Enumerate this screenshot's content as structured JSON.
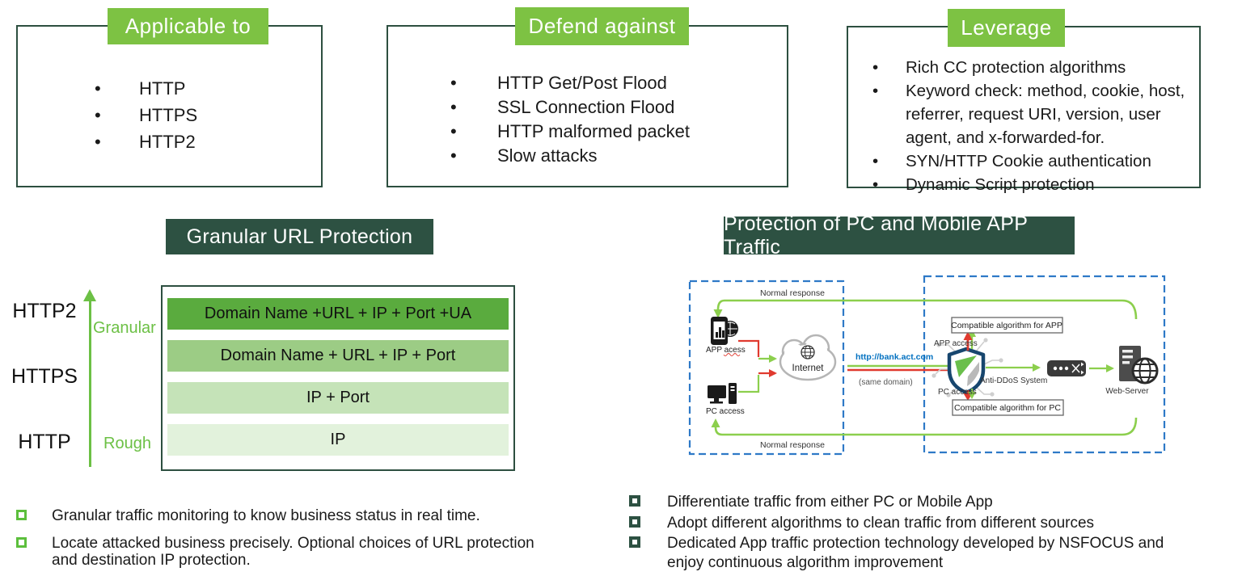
{
  "top_boxes": [
    {
      "title": "Applicable to",
      "items": [
        "HTTP",
        "HTTPS",
        "HTTP2"
      ]
    },
    {
      "title": "Defend against",
      "items": [
        "HTTP Get/Post Flood",
        "SSL Connection Flood",
        "HTTP malformed packet",
        "Slow attacks"
      ]
    },
    {
      "title": "Leverage",
      "items": [
        "Rich CC protection algorithms",
        "Keyword check: method, cookie, host, referrer, request URI, version, user agent, and x-forwarded-for.",
        "SYN/HTTP Cookie authentication",
        "Dynamic Script protection"
      ]
    }
  ],
  "granular_section": {
    "title": "Granular URL Protection",
    "axis_labels": [
      "HTTP2",
      "HTTPS",
      "HTTP"
    ],
    "arrow_top_label": "Granular",
    "arrow_bottom_label": "Rough",
    "bars": [
      {
        "label": "Domain Name +URL + IP + Port +UA",
        "color": "#5aab3e"
      },
      {
        "label": "Domain Name + URL + IP + Port",
        "color": "#9ccc85"
      },
      {
        "label": "IP + Port",
        "color": "#c5e3b8"
      },
      {
        "label": "IP",
        "color": "#e2f2dc"
      }
    ],
    "bullets": [
      "Granular traffic monitoring to know business status in real time.",
      "Locate attacked business precisely. Optional choices of URL protection and destination IP protection."
    ]
  },
  "pc_app_section": {
    "title": "Protection of PC and Mobile APP Traffic",
    "diagram": {
      "normal_response_top": "Normal response",
      "normal_response_bottom": "Normal response",
      "app_access_left": "APP acess",
      "pc_access_left": "PC access",
      "internet": "Internet",
      "url": "http://bank.act.com",
      "same_domain": "(same domain)",
      "compat_app": "Compatible algorithm for APP",
      "compat_pc": "Compatible algorithm for PC",
      "app_access_right": "APP access",
      "pc_access_right": "PC access",
      "anti_ddos": "Anti-DDoS System",
      "web_server": "Web-Server"
    },
    "bullets": [
      "Differentiate traffic from either PC or Mobile App",
      "Adopt different algorithms to clean traffic from different sources",
      "Dedicated App traffic protection technology developed by NSFOCUS and enjoy continuous algorithm improvement"
    ]
  },
  "colors": {
    "accent_green": "#7dc243",
    "bright_green": "#5cbf3c",
    "arrow_green": "#6cc045",
    "response_green": "#8ccf4d",
    "dark_green": "#2d5142",
    "box_border": "#2d4f40",
    "dashed_blue": "#2e79c7",
    "link_blue": "#0070c0",
    "alert_red": "#e03a2f",
    "shield_navy": "#17466e"
  }
}
